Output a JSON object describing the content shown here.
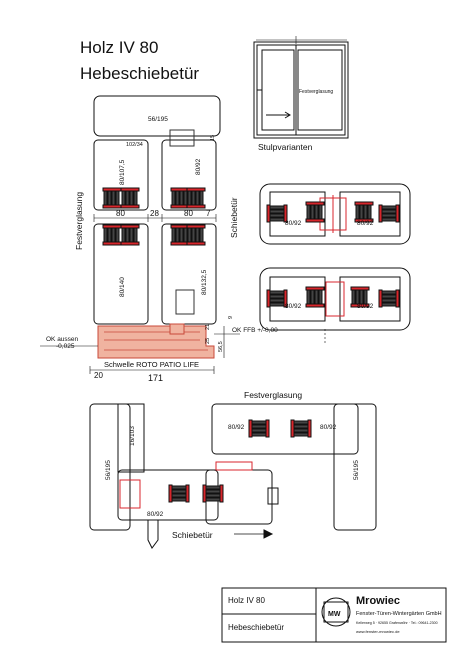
{
  "title": {
    "line1": "Holz IV 80",
    "line2": "Hebeschiebetür"
  },
  "elevation": {
    "fixed_label": "Festverglasung"
  },
  "stulp": {
    "label": "Stulpvarianten",
    "profile": "80/92"
  },
  "section": {
    "dim_top_box": "56/195",
    "dim_102_34": "102/34",
    "dim_15": "15",
    "dim_80_107": "80/107,5",
    "dim_80_92": "80/92",
    "dim_80_140": "80/140",
    "dim_80_132": "80/132,5",
    "dim_w1": "80",
    "dim_w2": "28",
    "dim_w3": "80",
    "dim_w4": "7",
    "label_fixed": "Festverglasung",
    "label_sliding": "Schiebetür",
    "ok_outside_1": "OK aussen",
    "ok_outside_2": "-0,025",
    "ok_ffb": "OK FFB +/-0,00",
    "dim_21": "21",
    "dim_20": "20",
    "dim_25": "25",
    "dim_56": "56,5",
    "dim_9": "9",
    "sill_name": "Schwelle ROTO PATIO LIFE",
    "dim_171": "171"
  },
  "plan": {
    "label_fixed": "Festverglasung",
    "label_sliding": "Schiebetür",
    "frame_left": "56/195",
    "frame_right": "56/195",
    "post": "16/103",
    "sash_a": "80/92",
    "sash_b": "80/92",
    "sash_c": "80/92"
  },
  "titleblock": {
    "product": "Holz IV 80",
    "type": "Hebeschiebetür",
    "company": "Mrowiec",
    "company_sub": "Fenster-Türen-Wintergärten GmbH",
    "address": "Kellerweg 5 · 92655 Grafenwöhr · Tel.: 09641-2300",
    "web": "www.fenster-mrowiec.de",
    "logo_letters": "MW"
  },
  "colors": {
    "line": "#111111",
    "seal": "#d9262c",
    "pink": "#e98a8a",
    "sill": "#e8a090",
    "glass": "#777777"
  }
}
